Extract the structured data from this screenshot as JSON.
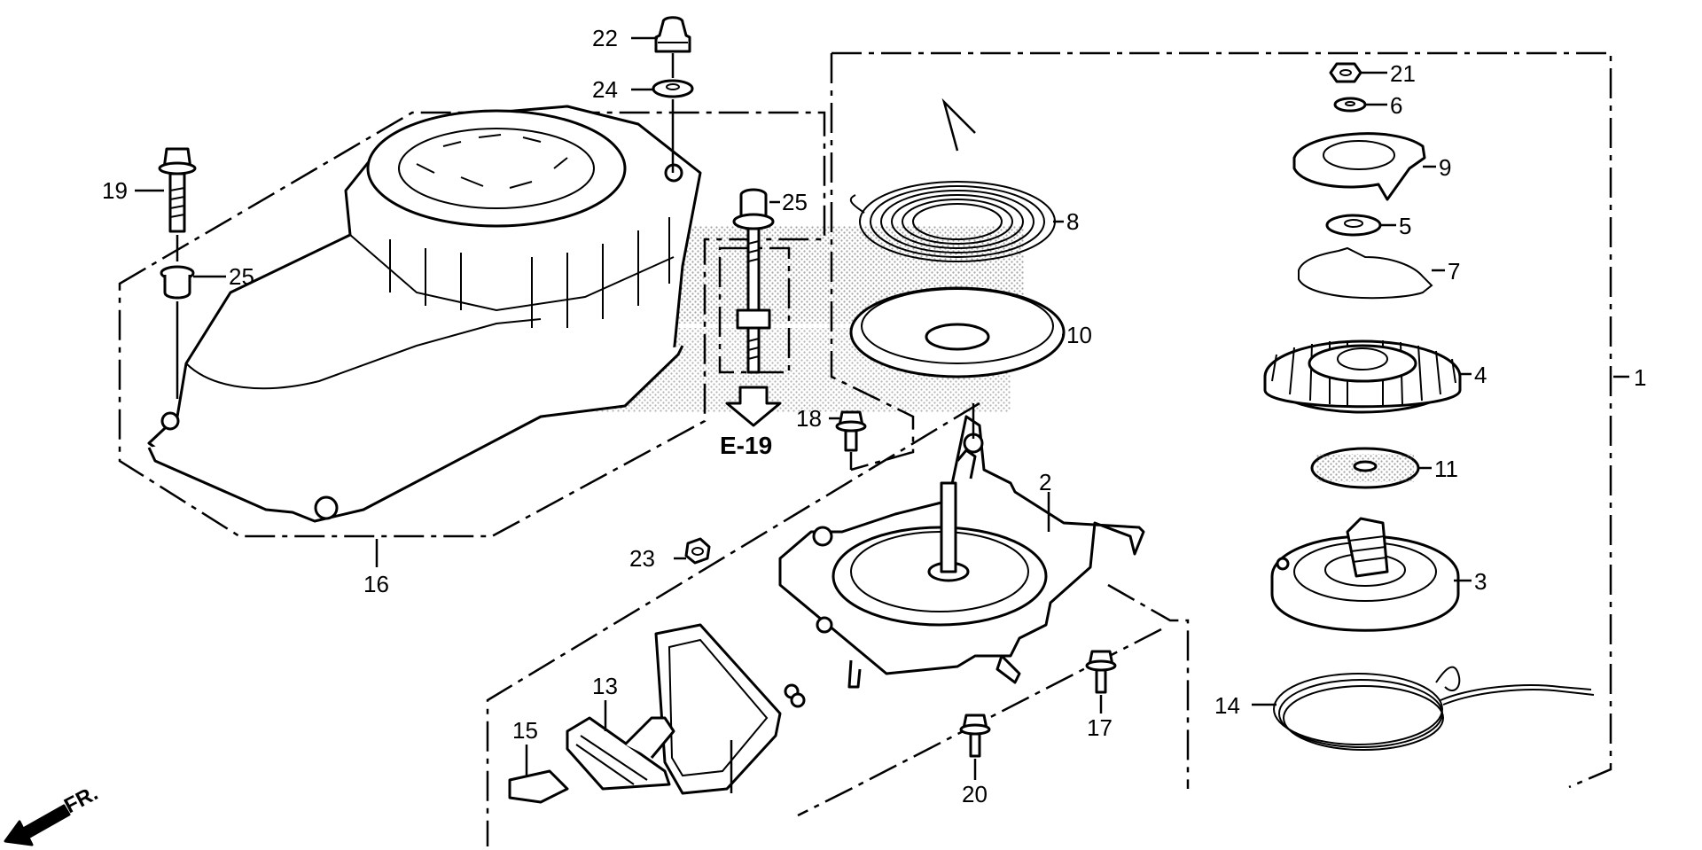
{
  "diagram": {
    "callouts": {
      "p1": "1",
      "p2": "2",
      "p3": "3",
      "p4": "4",
      "p5": "5",
      "p6": "6",
      "p7": "7",
      "p8": "8",
      "p9": "9",
      "p10": "10",
      "p11": "11",
      "p13": "13",
      "p14": "14",
      "p15": "15",
      "p16": "16",
      "p17": "17",
      "p18": "18",
      "p19": "19",
      "p20": "20",
      "p21": "21",
      "p22": "22",
      "p23": "23",
      "p24": "24",
      "p25a": "25",
      "p25b": "25"
    },
    "reference": "E-19",
    "direction": "FR."
  }
}
